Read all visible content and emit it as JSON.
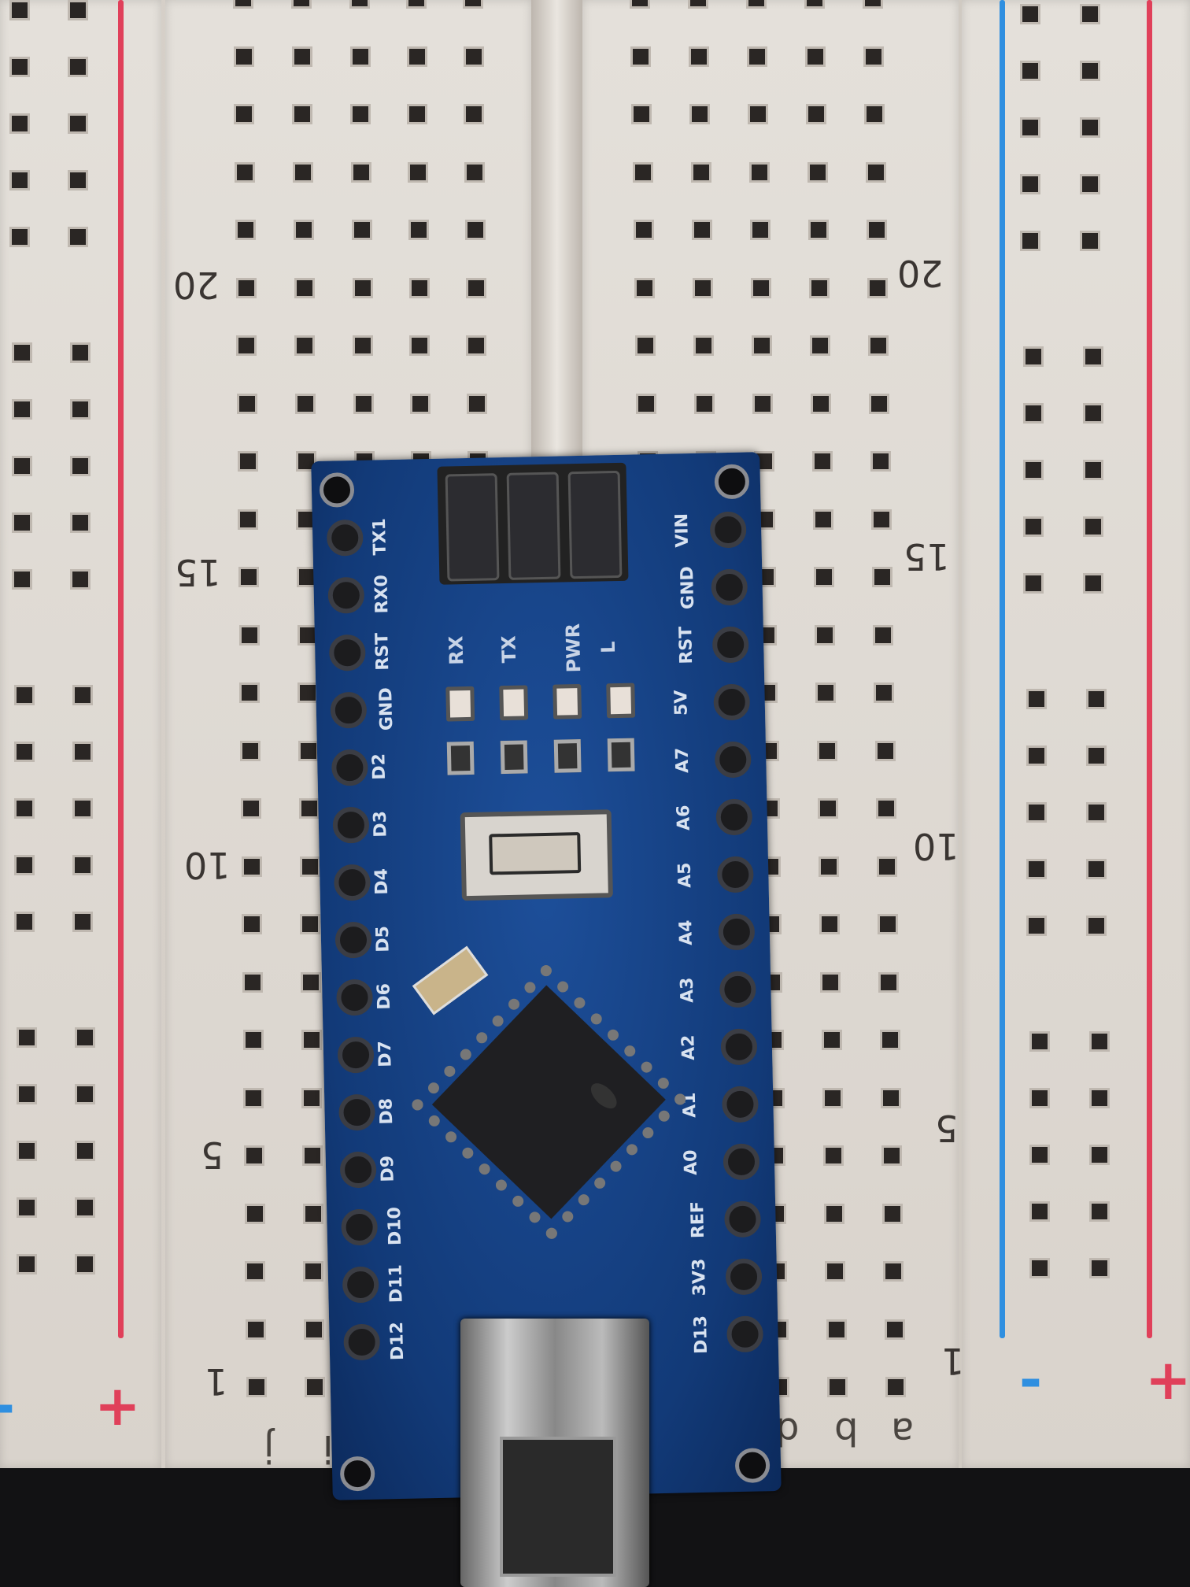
{
  "breadboard": {
    "row_numbers": [
      "20",
      "15",
      "10",
      "5",
      "1"
    ],
    "left_column_letters": [
      "j",
      "i"
    ],
    "right_column_letters": [
      "d",
      "b",
      "a"
    ],
    "rail_symbols": {
      "left_plus": "+",
      "left_minus": "-",
      "right_minus": "-",
      "right_plus": "+"
    },
    "colors": {
      "rail_red": "#e0405a",
      "rail_blue": "#2f8fe0",
      "body": "#e2ddd6",
      "hole": "#2a2624"
    }
  },
  "arduino": {
    "left_pins": [
      "TX1",
      "RX0",
      "RST",
      "GND",
      "D2",
      "D3",
      "D4",
      "D5",
      "D6",
      "D7",
      "D8",
      "D9",
      "D10",
      "D11",
      "D12"
    ],
    "right_pins": [
      "VIN",
      "GND",
      "RST",
      "5V",
      "A7",
      "A6",
      "A5",
      "A4",
      "A3",
      "A2",
      "A1",
      "A0",
      "REF",
      "3V3",
      "D13"
    ],
    "led_labels": [
      "RX",
      "TX",
      "PWR",
      "L"
    ],
    "colors": {
      "pcb": "#163f82",
      "chip": "#1f1f22"
    }
  }
}
